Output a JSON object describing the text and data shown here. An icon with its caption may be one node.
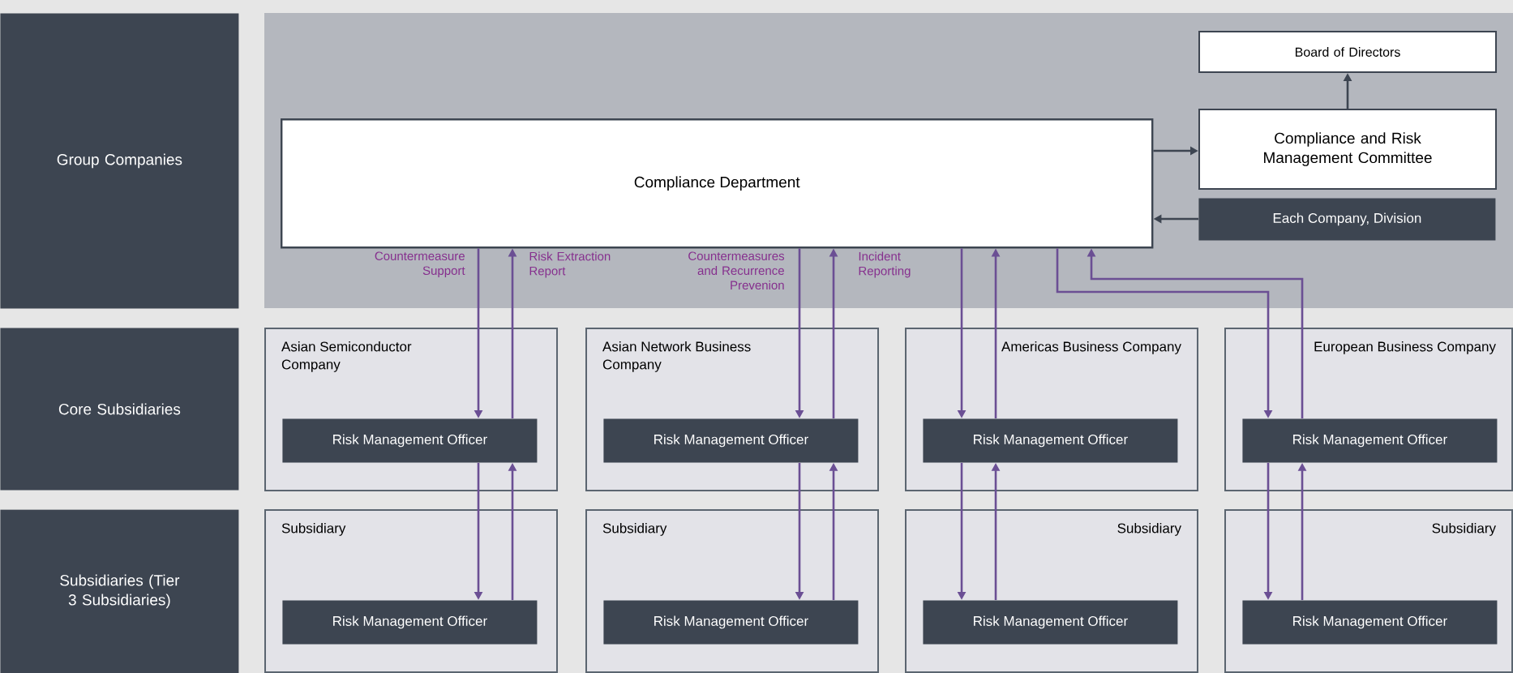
{
  "diagram": {
    "nodes": [
      {
        "text": [
          "Group Companies"
        ]
      },
      {
        "text": [
          "Compliance Department"
        ]
      },
      {
        "text": [
          "Board of Directors"
        ]
      },
      {
        "text": [
          "Compliance and Risk Management Committee"
        ]
      },
      {
        "text": [
          "Each Company, Division"
        ]
      },
      {
        "text": [
          "Core Subsidiaries"
        ]
      },
      {
        "text": [
          "Asian Semiconductor Company"
        ]
      },
      {
        "text": [
          "Risk Management Officer"
        ],
        "in": 6
      },
      {
        "text": [
          "Asian Network Business Company"
        ]
      },
      {
        "text": [
          "Risk Management Officer"
        ],
        "in": 8
      },
      {
        "text": [
          "Americas Business Company"
        ]
      },
      {
        "text": [
          "Risk Management Officer"
        ],
        "in": 10
      },
      {
        "text": [
          "European Business Company"
        ]
      },
      {
        "text": [
          "Risk Management Officer"
        ],
        "in": 12
      },
      {
        "text": [
          "Subsidiaries (Tier 3 Subsidiaries)"
        ]
      },
      {
        "text": [
          "Subsidiary"
        ]
      },
      {
        "text": [
          "Risk Management Officer"
        ],
        "in": 15
      },
      {
        "text": [
          "Subsidiary"
        ]
      },
      {
        "text": [
          "Risk Management Officer"
        ],
        "in": 17
      },
      {
        "text": [
          "Subsidiary"
        ]
      },
      {
        "text": [
          "Risk Management Officer"
        ],
        "in": 19
      },
      {
        "text": [
          "Subsidiary"
        ]
      },
      {
        "text": [
          "Risk Management Officer"
        ],
        "in": 21
      }
    ],
    "edges": [
      {
        "from": 1,
        "to": 3,
        "arrow": "to",
        "color": "#3d4551"
      },
      {
        "from": 3,
        "to": 2,
        "arrow": "to",
        "color": "#3d4551"
      },
      {
        "from": 4,
        "to": 1,
        "arrow": "to",
        "color": "#3d4551"
      },
      {
        "from": 1,
        "to": 7,
        "arrow": "to",
        "label": "Countermeasure Support"
      },
      {
        "from": 7,
        "to": 1,
        "arrow": "to",
        "label": "Risk Extraction Report"
      },
      {
        "from": 7,
        "to": 16,
        "arrow": "to"
      },
      {
        "from": 16,
        "to": 7,
        "arrow": "to"
      },
      {
        "from": 1,
        "to": 9,
        "arrow": "to",
        "label": "Countermeasures and Recurrence Prevenion"
      },
      {
        "from": 9,
        "to": 1,
        "arrow": "to",
        "label": "Incident Reporting"
      },
      {
        "from": 9,
        "to": 18,
        "arrow": "to"
      },
      {
        "from": 18,
        "to": 9,
        "arrow": "to"
      },
      {
        "from": 1,
        "to": 11,
        "arrow": "to"
      },
      {
        "from": 11,
        "to": 1,
        "arrow": "to"
      },
      {
        "from": 11,
        "to": 20,
        "arrow": "to"
      },
      {
        "from": 20,
        "to": 11,
        "arrow": "to"
      },
      {
        "from": 1,
        "to": 13,
        "arrow": "to"
      },
      {
        "from": 13,
        "to": 1,
        "arrow": "to"
      },
      {
        "from": 13,
        "to": 22,
        "arrow": "to"
      },
      {
        "from": 22,
        "to": 13,
        "arrow": "to"
      }
    ]
  }
}
